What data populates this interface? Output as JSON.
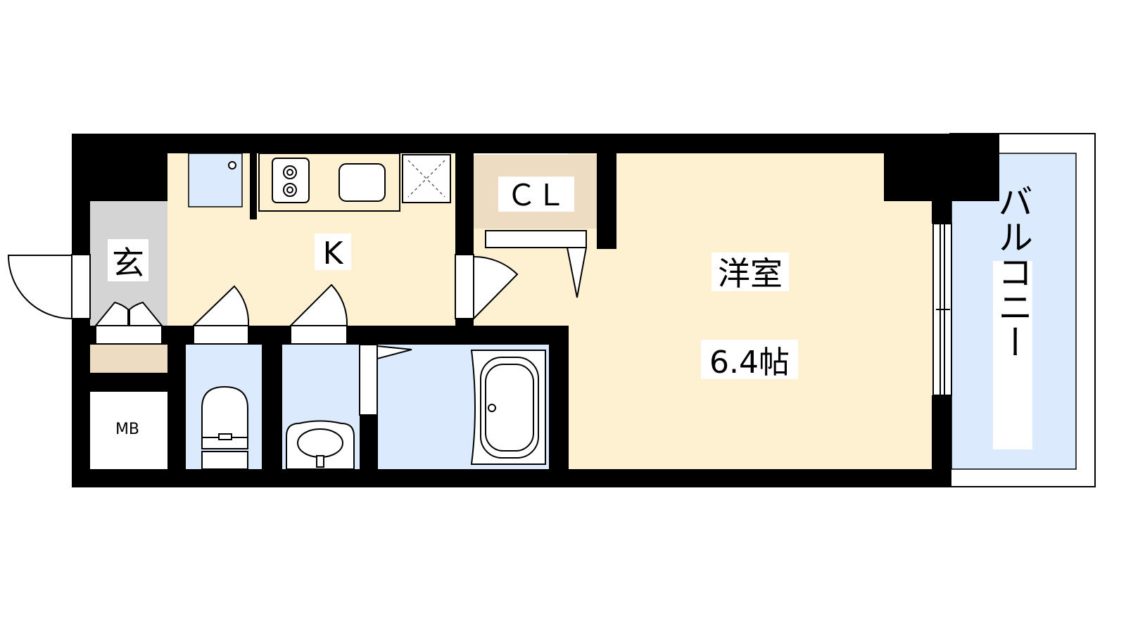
{
  "rooms": {
    "genkan": "玄",
    "kitchen": "K",
    "closet": "ＣＬ",
    "western_room": "洋室",
    "western_room_size": "6.4帖",
    "balcony": "バルコニー",
    "meter_box": "MB"
  },
  "colors": {
    "wall": "#000000",
    "floor_living": "#fdf1d1",
    "floor_wet": "#dbeafc",
    "floor_genkan": "#d4d4d4",
    "floor_closet": "#eddcc1",
    "balcony": "#dbeafc"
  }
}
